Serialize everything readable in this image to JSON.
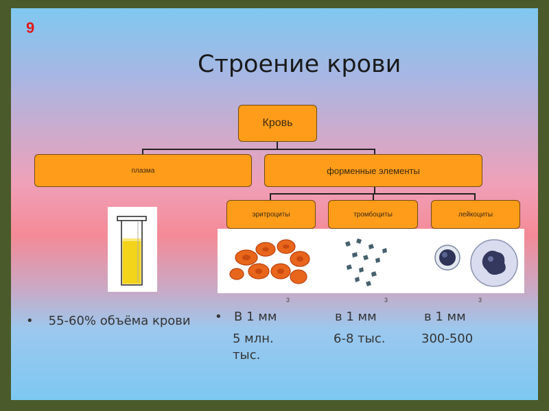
{
  "slide_number": "9",
  "title": "Строение крови",
  "diagram": {
    "root": "Кровь",
    "plasma": "плазма",
    "formed_elements": "форменные элементы",
    "cells": [
      "эритроциты",
      "тромбоциты",
      "лейкоциты"
    ]
  },
  "plasma_bullet": "55-60% объёма крови",
  "counts": {
    "per_label_1": "В 1 мм",
    "per_label_2": "в 1 мм",
    "per_label_3": "в 1 мм",
    "sup": "3",
    "erythrocytes_value": "5 млн.",
    "erythrocytes_unit": "тыс.",
    "platelets_value": "6-8 тыс.",
    "leukocytes_value": "300-500"
  },
  "colors": {
    "box_fill": "#ff9c1a",
    "slide_number": "#e01818"
  }
}
